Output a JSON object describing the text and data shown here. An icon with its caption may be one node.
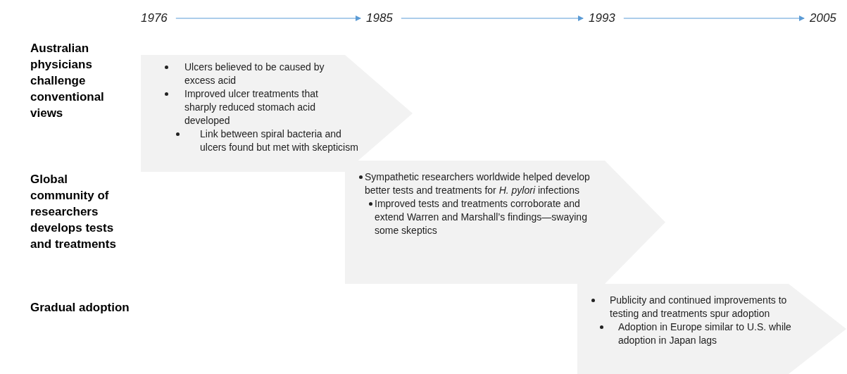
{
  "diagram": {
    "nodes": [
      {
        "text": [
          "1976"
        ]
      },
      {
        "text": [
          "1985"
        ]
      },
      {
        "text": [
          "1993"
        ]
      },
      {
        "text": [
          "2005"
        ]
      },
      {
        "text": [
          "Ulcers believed to be caused by excess acid",
          "Improved ulcer treatments that sharply reduced stomach acid developed",
          "Link between spiral bacteria and ulcers found but met with skepticism"
        ]
      },
      {
        "text": [
          "Sympathetic researchers worldwide helped develop better tests and treatments for *H. pylori* infections",
          "Improved tests and treatments corroborate and extend Warren and Marshall’s findings—swaying some skeptics"
        ]
      },
      {
        "text": [
          "Publicity and continued improvements to testing and treatments spur adoption",
          "Adoption in Europe similar to U.S. while adoption in Japan lags"
        ]
      }
    ],
    "edges": [
      {
        "from": 0,
        "to": 1,
        "arrow": "to"
      },
      {
        "from": 1,
        "to": 2,
        "arrow": "to"
      },
      {
        "from": 2,
        "to": 3,
        "arrow": "to"
      }
    ],
    "labels": [
      "Australian physicians challenge conventional views",
      "Global community of researchers develops tests and treatments",
      "Gradual adoption"
    ]
  }
}
